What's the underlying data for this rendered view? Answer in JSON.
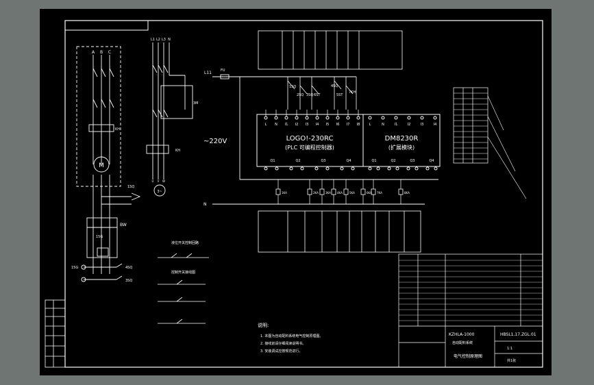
{
  "colors": {
    "bg_outer": "#6e7573",
    "sheet_bg": "#000000",
    "line": "#ffffff",
    "window_gray": "#6e7573"
  },
  "main_circuit": {
    "phase_labels": [
      "A",
      "B",
      "C"
    ],
    "motor_label": "M",
    "kh_label": "KH",
    "bw_label": "BW",
    "label_1sq": "1SQ",
    "label_4sq": "4SQ",
    "label_3sq": "3SQ",
    "label_15g": "15G",
    "gauge_label": "15G"
  },
  "control_aux": {
    "supply_labels": [
      "L1",
      "L2",
      "L3",
      "N"
    ],
    "label_3m": "3M",
    "kh2_label": "KH",
    "terminal_labels": [
      "U",
      "V",
      "W"
    ],
    "motor_label": "3~"
  },
  "voltage_label": "~220V",
  "line_label": "L11",
  "fu_label": "FU",
  "n_label": "N",
  "logo": {
    "title": "LOGO!-230RC",
    "subtitle": "(PLC 可编程控制器)",
    "inputs": [
      "L",
      "N",
      "I1",
      "I2",
      "I3",
      "I4",
      "I5",
      "I6",
      "I7",
      "I8"
    ],
    "outputs": [
      "Q1",
      "Q2",
      "Q3",
      "Q4"
    ]
  },
  "expansion": {
    "title": "DM8230R",
    "subtitle": "(扩展模块)",
    "inputs": [
      "L",
      "N",
      "I1",
      "I2",
      "I3",
      "I4"
    ],
    "outputs": [
      "Q1",
      "Q2",
      "Q3",
      "Q4"
    ]
  },
  "input_switch_labels": [
    "1SQ",
    "2SQ",
    "3SQ",
    "4SQ",
    "5ST",
    "6ST"
  ],
  "kh_contact": "7KH",
  "coil_labels": [
    "1KA",
    "2KA",
    "3KA",
    "4KA",
    "5KA",
    "6KA",
    "7KA",
    "8KA"
  ],
  "notes": {
    "title": "说明:",
    "lines": [
      "1. 本图为自动配料系统电气控制原理图。",
      "2. 接线前请仔细阅读说明书。",
      "3. 安装调试应按规范进行。"
    ]
  },
  "diagram_titles": [
    "液位开关控制回路",
    "控制开关接线图"
  ],
  "title_block": {
    "drawing_no": "HBSL1.17.ZGL.01",
    "project": "KZHLA-1000",
    "name": "自动配料系统",
    "subtitle": "电气控制原理图",
    "sheet": "1:1",
    "sheet_label": "共1张"
  }
}
